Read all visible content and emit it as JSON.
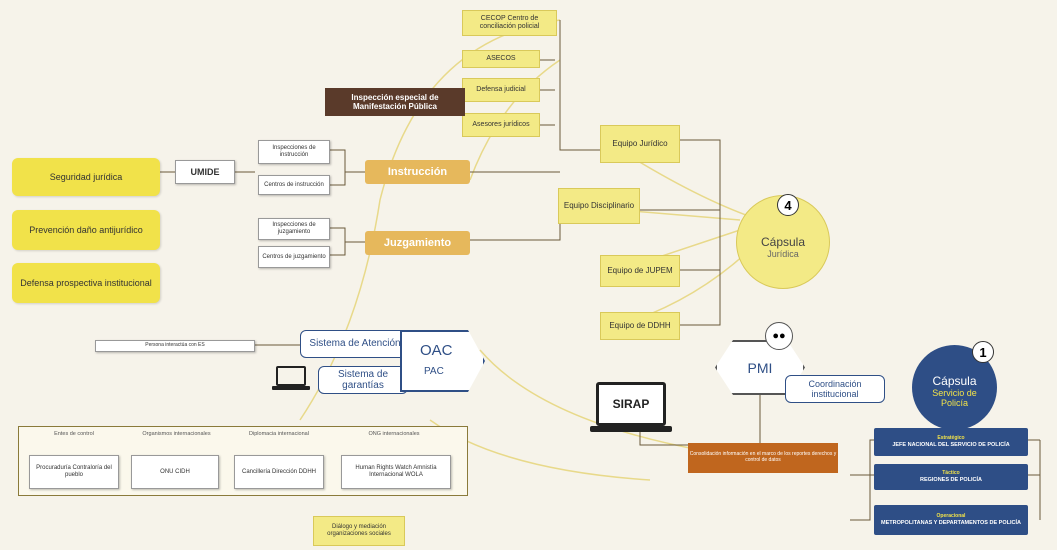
{
  "top": {
    "cecop": "CECOP Centro de conciliación policial",
    "asecos": "ASECOS",
    "defensa": "Defensa judicial",
    "asesores": "Asesores jurídicos"
  },
  "middle": {
    "inspeccion_especial": "Inspección especial de Manifestación Pública",
    "insp_instruccion": "Inspecciones de instrucción",
    "centros_instruccion": "Centros de instrucción",
    "instruccion": "Instrucción",
    "insp_juzgamiento": "Inspecciones de juzgamiento",
    "centros_juzgamiento": "Centros de juzgamiento",
    "juzgamiento": "Juzgamiento",
    "umide": "UMIDE"
  },
  "left": {
    "seguridad": "Seguridad jurídica",
    "prevencion": "Prevención daño antijurídico",
    "defensa_prospectiva": "Defensa prospectiva institucional"
  },
  "equipos": {
    "juridico": "Equipo Jurídico",
    "disciplinario": "Equipo Disciplinario",
    "jupem": "Equipo de JUPEM",
    "ddhh": "Equipo de DDHH"
  },
  "capsula4": {
    "number": "4",
    "title": "Cápsula",
    "sub": "Jurídica"
  },
  "oac": {
    "persona": "Persona interactúa con ES",
    "atencion": "Sistema de Atención",
    "garantias": "Sistema de garantías",
    "oac": "OAC",
    "pac": "PAC"
  },
  "pmi": {
    "pmi": "PMI",
    "coordinacion": "Coordinación institucional",
    "sirap": "SIRAP",
    "consolidacion": "Consolidación información en el marco de los reportes derechos y control de datos"
  },
  "capsula1": {
    "number": "1",
    "title": "Cápsula",
    "sub": "Servicio de Policía"
  },
  "niveles": [
    {
      "tag": "Estratégico",
      "name": "JEFE NACIONAL DEL SERVICIO DE POLICÍA"
    },
    {
      "tag": "Táctico",
      "name": "REGIONES DE POLICÍA"
    },
    {
      "tag": "Operacional",
      "name": "METROPOLITANAS Y DEPARTAMENTOS DE POLICÍA"
    }
  ],
  "bottom": {
    "sections": [
      {
        "title": "Entes de control",
        "box": "Procuraduría Contraloría del pueblo"
      },
      {
        "title": "Organismos internacionales",
        "box": "ONU CIDH"
      },
      {
        "title": "Diplomacia internacional",
        "box": "Cancillería Dirección DDHH"
      },
      {
        "title": "ONG internacionales",
        "box": "Human Rights Watch Amnistía Internacional WOLA"
      }
    ],
    "dialogo": "Diálogo y mediación organizaciones sociales"
  }
}
